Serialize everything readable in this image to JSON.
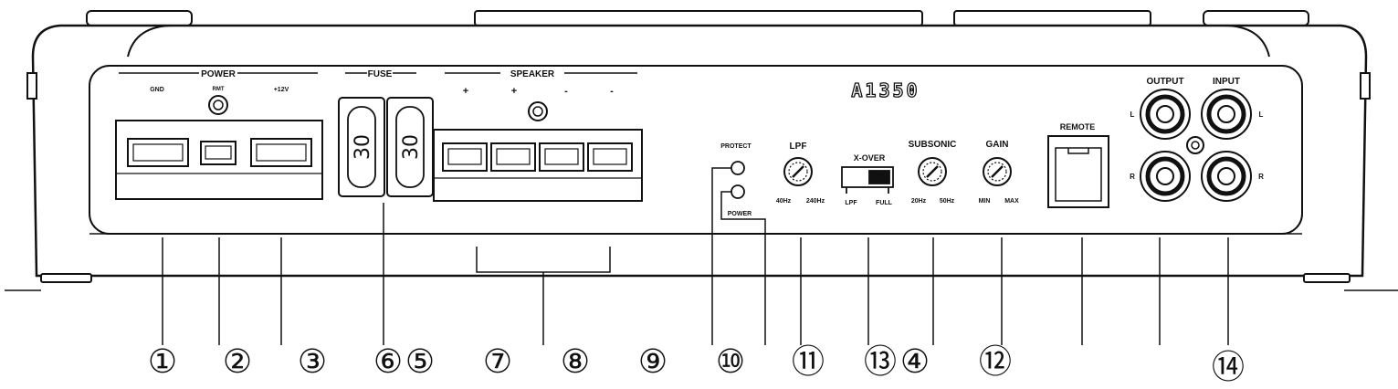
{
  "model": "A1350",
  "sections": {
    "power": "POWER",
    "fuse": "FUSE",
    "speaker": "SPEAKER"
  },
  "power_terminals": {
    "gnd": "GND",
    "rmt": "RMT",
    "plus12v": "+12V"
  },
  "speaker_polarity": [
    "+",
    "+",
    "-",
    "-"
  ],
  "fuses": [
    "30",
    "30"
  ],
  "leds": {
    "protect": "PROTECT",
    "power": "POWER"
  },
  "controls": {
    "lpf": {
      "title": "LPF",
      "min": "40Hz",
      "max": "240Hz"
    },
    "xover": {
      "title": "X-OVER",
      "left": "LPF",
      "right": "FULL"
    },
    "subsonic": {
      "title": "SUBSONIC",
      "min": "20Hz",
      "max": "50Hz"
    },
    "gain": {
      "title": "GAIN",
      "min": "MIN",
      "max": "MAX"
    }
  },
  "ports": {
    "remote": "REMOTE",
    "output": "OUTPUT",
    "input": "INPUT",
    "left": "L",
    "right": "R"
  },
  "callouts": [
    "①",
    "②",
    "③",
    "⑥",
    "⑤",
    "⑦",
    "⑧",
    "⑨",
    "⑩",
    "⑪",
    "⑬",
    "④",
    "⑫",
    "⑭"
  ],
  "colors": {
    "line": "#111111",
    "background": "#ffffff"
  }
}
